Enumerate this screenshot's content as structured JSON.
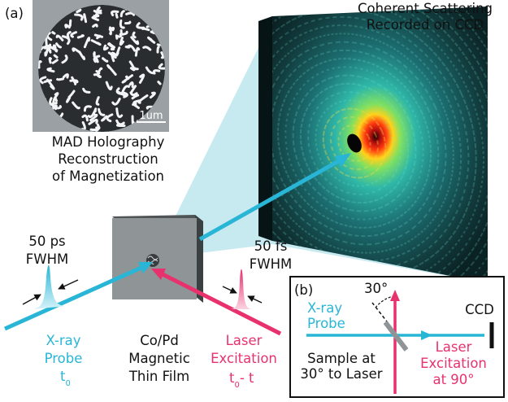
{
  "panel_a_label": "(a)",
  "panel_b_label": "(b)",
  "ccd_title_line1": "Coherent Scattering",
  "ccd_title_line2": "Recorded on CCD",
  "recon_caption_line1": "MAD Holography",
  "recon_caption_line2": "Reconstruction",
  "recon_caption_line3": "of Magnetization",
  "scale_bar_label": "1um",
  "xray_pulse_line1": "50 ps",
  "xray_pulse_line2": "FWHM",
  "laser_pulse_line1": "50 fs",
  "laser_pulse_line2": "FWHM",
  "xray_label_line1": "X-ray",
  "xray_label_line2": "Probe",
  "xray_time": "t",
  "xray_time_sub": "0",
  "sample_line1": "Co/Pd",
  "sample_line2": "Magnetic",
  "sample_line3": "Thin Film",
  "laser_label_line1": "Laser",
  "laser_label_line2": "Excitation",
  "laser_time_prefix": "t",
  "laser_time_sub": "0",
  "laser_time_suffix": "- t",
  "inset_angle": "30°",
  "inset_xray_line1": "X-ray",
  "inset_xray_line2": "Probe",
  "inset_ccd": "CCD",
  "inset_sample_line1": "Sample at",
  "inset_sample_line2": "30° to Laser",
  "inset_laser_line1": "Laser",
  "inset_laser_line2": "Excitation",
  "inset_laser_line3": "at 90°",
  "colors": {
    "xray_beam": "#29b6d6",
    "laser_beam": "#e8326e",
    "sample": "#8f9597",
    "ccd_background": "#0d2a2c",
    "cone": "#bfe7ef"
  }
}
